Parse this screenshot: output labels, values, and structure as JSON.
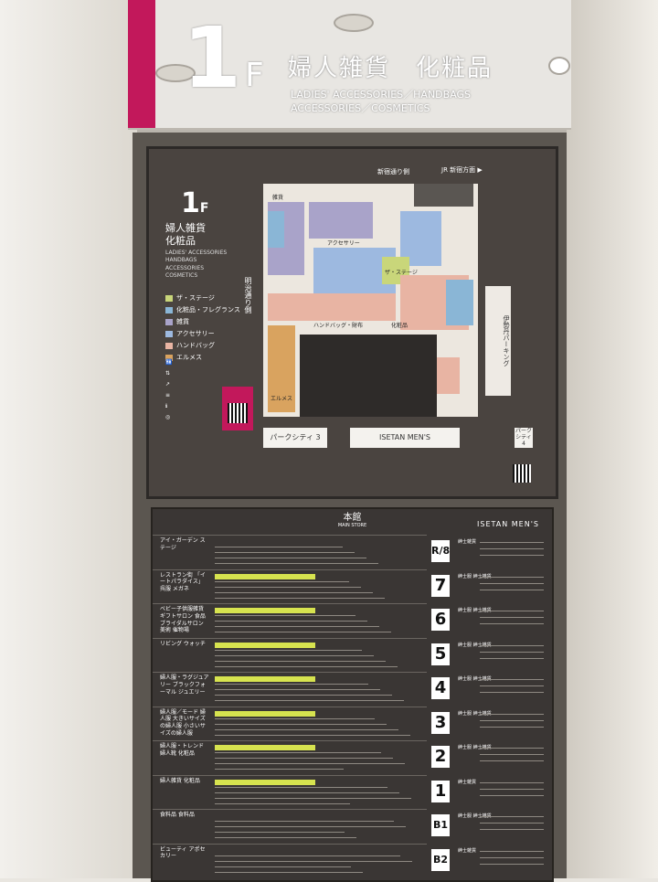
{
  "header": {
    "floor_number": "1",
    "floor_suffix": "F",
    "title_jp": "婦人雑貨　化粧品",
    "title_en_1": "LADIES' ACCESSORIES／HANDBAGS",
    "title_en_2": "ACCESSORIES／COSMETICS"
  },
  "map": {
    "floor_number": "1",
    "floor_suffix": "F",
    "title_line_1": "婦人雑貨",
    "title_line_2": "化粧品",
    "title_en": "LADIES' ACCESSORIES HANDBAGS ACCESSORIES COSMETICS",
    "street_top": "新宿通り側",
    "jr_direction": "JR 新宿方面",
    "street_left": "明治通り側",
    "parking_label": "伊勢丹パーキング",
    "legend": [
      {
        "label": "ザ・ステージ",
        "color": "#c9d67a"
      },
      {
        "label": "化粧品・フレグランス",
        "color": "#8ab6d6"
      },
      {
        "label": "雑貨",
        "color": "#a9a3c9"
      },
      {
        "label": "アクセサリー",
        "color": "#9db9e0"
      },
      {
        "label": "ハンドバッグ",
        "color": "#e8b4a3"
      },
      {
        "label": "エルメス",
        "color": "#d9a35f"
      }
    ],
    "zone_labels": {
      "accessory": "アクセサリー",
      "stage": "ザ・ステージ",
      "handbag": "ハンドバッグ・財布",
      "cosmetics": "化粧品",
      "hermes": "エルメス",
      "zakka": "雑貨"
    },
    "annex_labels": {
      "park3": "パークシティ 3",
      "mens": "ISETAN MEN'S",
      "park4": "パークシティ 4"
    }
  },
  "directory": {
    "title": "本館",
    "title_en": "MAIN STORE",
    "mens_label": "ISETAN MEN'S",
    "floors": [
      {
        "num": "R/8",
        "label": "アイ・ガーデン ステージ",
        "mens": "紳士雑貨"
      },
      {
        "num": "7",
        "label": "レストラン街 「イートパラダイス」 呉服 メガネ",
        "mens": "紳士服 紳士雑貨"
      },
      {
        "num": "6",
        "label": "ベビー子供服雑貨 ギフトサロン 食品 ブライダルサロン 美術 催物場",
        "mens": "紳士服 紳士雑貨"
      },
      {
        "num": "5",
        "label": "リビング ウォッチ",
        "mens": "紳士服 紳士雑貨"
      },
      {
        "num": "4",
        "label": "婦人服・ラグジュアリー ブラックフォーマル ジュエリー",
        "mens": "紳士服 紳士雑貨"
      },
      {
        "num": "3",
        "label": "婦人服／モード 婦人服 大きいサイズの婦人服 小さいサイズの婦人服",
        "mens": "紳士服 紳士雑貨"
      },
      {
        "num": "2",
        "label": "婦人服・トレンド 婦人靴 化粧品",
        "mens": "紳士服 紳士雑貨"
      },
      {
        "num": "1",
        "label": "婦人雑貨 化粧品",
        "mens": "紳士雑貨"
      },
      {
        "num": "B1",
        "label": "食料品 食料品",
        "mens": "紳士服 紳士雑貨"
      },
      {
        "num": "B2",
        "label": "ビューティ アポセカリー",
        "mens": "紳士雑貨"
      }
    ]
  }
}
